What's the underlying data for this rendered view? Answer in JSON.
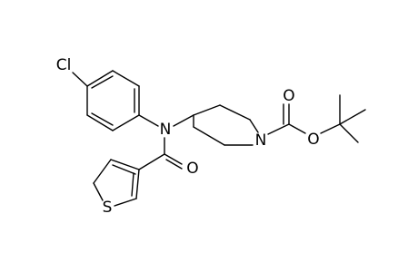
{
  "molecule": {
    "atoms": {
      "cl": "Cl",
      "n_amide": "N",
      "o_amide": "O",
      "s_thiophene": "S",
      "n_piperidine": "N",
      "o_carbonyl": "O",
      "o_ester": "O"
    }
  }
}
